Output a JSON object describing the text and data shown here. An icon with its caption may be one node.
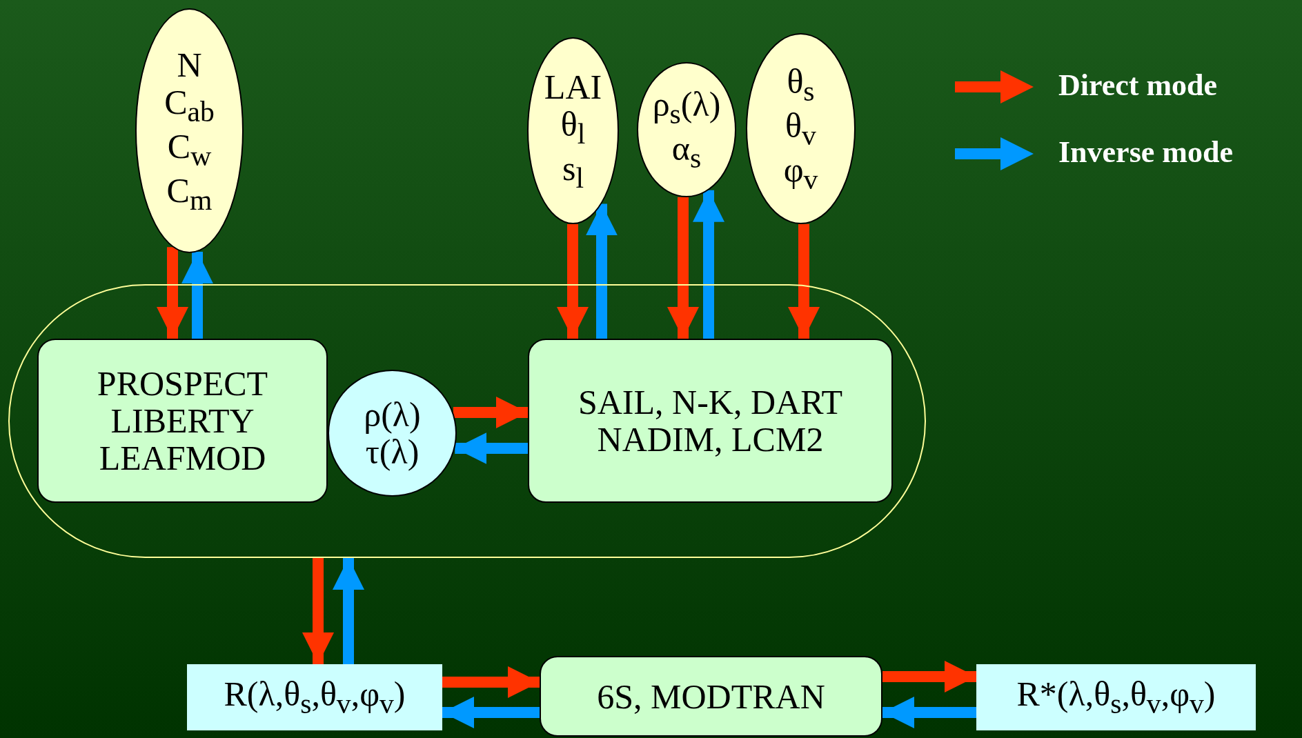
{
  "diagram": {
    "nodes": [
      {
        "text": [
          "N",
          "C$_{ab}$",
          "C$_{w}$",
          "C$_{m}$"
        ]
      },
      {
        "text": [
          "LAI",
          "θ$_{l}$",
          "s$_{l}$"
        ]
      },
      {
        "text": [
          "ρ$_{s}$(λ)",
          "α$_{s}$"
        ]
      },
      {
        "text": [
          "θ$_{s}$",
          "θ$_{v}$",
          "φ$_{v}$"
        ]
      },
      {
        "text": [],
        "shape": "box"
      },
      {
        "text": [
          "PROSPECT",
          "LIBERTY",
          "LEAFMOD"
        ],
        "in": 4
      },
      {
        "text": [
          "ρ(λ)",
          "τ(λ)"
        ],
        "in": 4
      },
      {
        "text": [
          "SAIL, N-K, DART",
          "NADIM, LCM2"
        ],
        "in": 4
      },
      {
        "text": [
          "R(λ,θ$_{s}$,θ$_{v}$,φ$_{v}$)"
        ]
      },
      {
        "text": [
          "6S, MODTRAN"
        ]
      },
      {
        "text": [
          "R*(λ,θ$_{s}$,θ$_{v}$,φ$_{v}$)"
        ]
      }
    ],
    "edges": [
      {
        "from": 0,
        "to": 5,
        "arrow": "to"
      },
      {
        "from": 5,
        "to": 0,
        "arrow": "to",
        "color": "#0099ff"
      },
      {
        "from": 1,
        "to": 7,
        "arrow": "to"
      },
      {
        "from": 7,
        "to": 1,
        "arrow": "to",
        "color": "#0099ff"
      },
      {
        "from": 2,
        "to": 7,
        "arrow": "to"
      },
      {
        "from": 7,
        "to": 2,
        "arrow": "to",
        "color": "#0099ff"
      },
      {
        "from": 3,
        "to": 7,
        "arrow": "to"
      },
      {
        "from": 6,
        "to": 7,
        "arrow": "to"
      },
      {
        "from": 7,
        "to": 6,
        "arrow": "to",
        "color": "#0099ff"
      },
      {
        "from": 4,
        "to": 8,
        "arrow": "to"
      },
      {
        "from": 8,
        "to": 4,
        "arrow": "to",
        "color": "#0099ff"
      },
      {
        "from": 8,
        "to": 9,
        "arrow": "to"
      },
      {
        "from": 9,
        "to": 8,
        "arrow": "to",
        "color": "#0099ff"
      },
      {
        "from": 9,
        "to": 10,
        "arrow": "to"
      },
      {
        "from": 10,
        "to": 9,
        "arrow": "to",
        "color": "#0099ff"
      }
    ],
    "legend": [
      {
        "text": "Direct mode"
      },
      {
        "text": "Inverse mode"
      }
    ]
  }
}
